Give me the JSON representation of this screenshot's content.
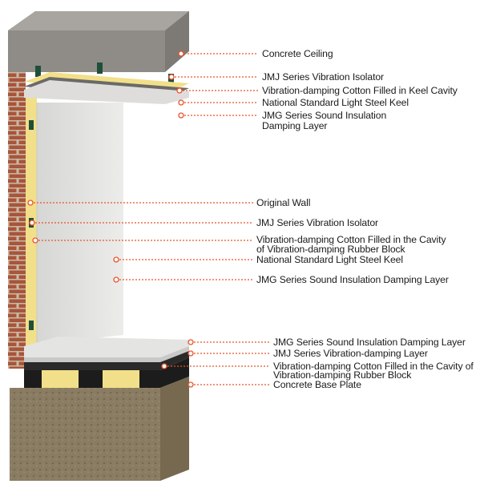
{
  "colors": {
    "leader": "#e8542a",
    "concrete": "#8f8c88",
    "brick": "#a8553a",
    "cotton": "#f2df8a",
    "panel": "#e4e4e2",
    "rubber": "#1c1c1c"
  },
  "labels": {
    "ceiling": [
      "Concrete Ceiling",
      "JMJ Series Vibration Isolator",
      "Vibration-damping Cotton Filled in Keel Cavity",
      "National Standard Light Steel Keel",
      "JMG Series Sound Insulation",
      "Damping Layer"
    ],
    "wall": [
      "Original Wall",
      "JMJ Series Vibration Isolator",
      "Vibration-damping Cotton Filled in the Cavity",
      "of Vibration-damping Rubber Block",
      "National Standard Light Steel Keel",
      "JMG Series Sound Insulation Damping Layer"
    ],
    "floor": [
      "JMG Series Sound Insulation Damping Layer",
      "JMJ Series Vibration-damping Layer",
      "Vibration-damping Cotton Filled in the Cavity of",
      "Vibration-damping Rubber Block",
      "Concrete Base Plate"
    ]
  }
}
